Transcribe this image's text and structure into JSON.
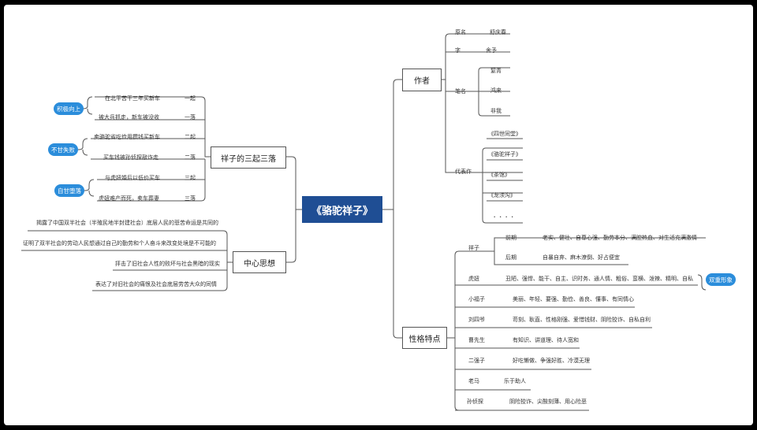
{
  "root": "《骆驼祥子》",
  "author": {
    "title": "作者",
    "original_name_label": "原名",
    "original_name": "舒庆春",
    "courtesy_label": "字",
    "courtesy": "舍予",
    "pen_names_label": "笔名",
    "pen_names": [
      "絜青",
      "鸿来",
      "非我"
    ],
    "works_label": "代表作",
    "works": [
      "《四世同堂》",
      "《骆驼祥子》",
      "《茶馆》",
      "《龙须沟》",
      "．．．．"
    ]
  },
  "three_rises": {
    "title": "祥子的三起三落",
    "items": [
      {
        "text": "在北平苦干三年买新车",
        "tag": "一起"
      },
      {
        "text": "被大兵抓走，新车被没收",
        "tag": "一落"
      },
      {
        "text": "卖骆驼省吃俭用攒钱买新车",
        "tag": "二起"
      },
      {
        "text": "买车钱被孙侦探敲诈走",
        "tag": "二落"
      },
      {
        "text": "与虎妞婚后以低价买车",
        "tag": "三起"
      },
      {
        "text": "虎妞难产而死，卖车葬妻",
        "tag": "三落"
      }
    ],
    "groups": [
      "积极向上",
      "不甘失败",
      "自甘堕落"
    ]
  },
  "theme": {
    "title": "中心思想",
    "items": [
      "揭露了中国双半社会（半殖民地半封建社会）底层人民的悲苦命运是共同的",
      "证明了双半社会的劳动人民想通过自己的勤劳和个人奋斗来改变处境是不可能的",
      "抨击了旧社会人性的败坏与社会黑暗的现实",
      "表达了对旧社会的痛恨及社会底层劳苦大众的同情"
    ]
  },
  "traits": {
    "title": "性格特点",
    "xiangzi": {
      "name": "祥子",
      "early_label": "前期",
      "early": "老实、健壮、自尊心强、勤劳本分、满腔热血、对生活充满激情",
      "late_label": "后期",
      "late": "自暴自弃、麻木潦倒、好占便宜"
    },
    "people": [
      {
        "name": "虎妞",
        "desc": "丑陋、强悍、能干、自主、识时务、通人情、粗俗、蛮横、泼辣、精明、自私"
      },
      {
        "name": "小福子",
        "desc": "美丽、年轻、要强、勤俭、善良、懂事、有同情心"
      },
      {
        "name": "刘四爷",
        "desc": "苛刻、耿直、性格刚强、爱惜钱财、阴险狡诈、自私自利"
      },
      {
        "name": "曹先生",
        "desc": "有知识、讲道理、待人宽和"
      },
      {
        "name": "二强子",
        "desc": "好吃懒做、争强好胜、冷漠无理"
      },
      {
        "name": "老马",
        "desc": "乐于助人"
      },
      {
        "name": "孙侦探",
        "desc": "阴险狡诈、尖酸刻薄、用心险恶"
      }
    ],
    "double_image": "双重形象"
  }
}
